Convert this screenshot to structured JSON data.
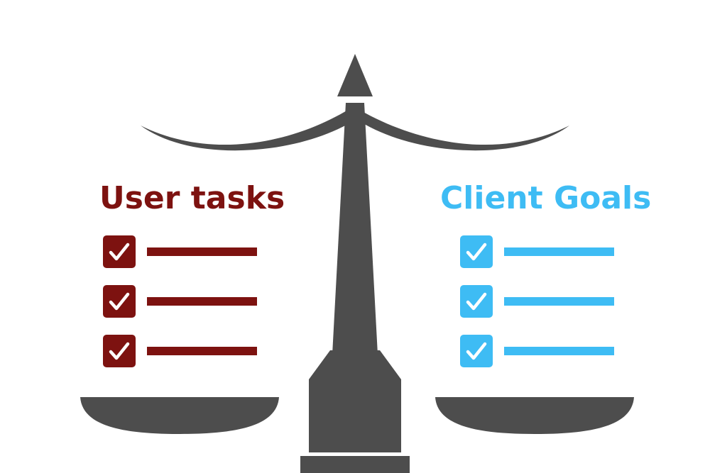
{
  "left_column": {
    "title": "User tasks",
    "color": "#7d1210",
    "checked_items": 3,
    "icon": "checkbox-checked-icon"
  },
  "right_column": {
    "title": "Client Goals",
    "color": "#3ebcf4",
    "checked_items": 3,
    "icon": "checkbox-checked-icon"
  },
  "scale": {
    "color": "#4d4d4d",
    "icon": "balance-scale-icon"
  }
}
